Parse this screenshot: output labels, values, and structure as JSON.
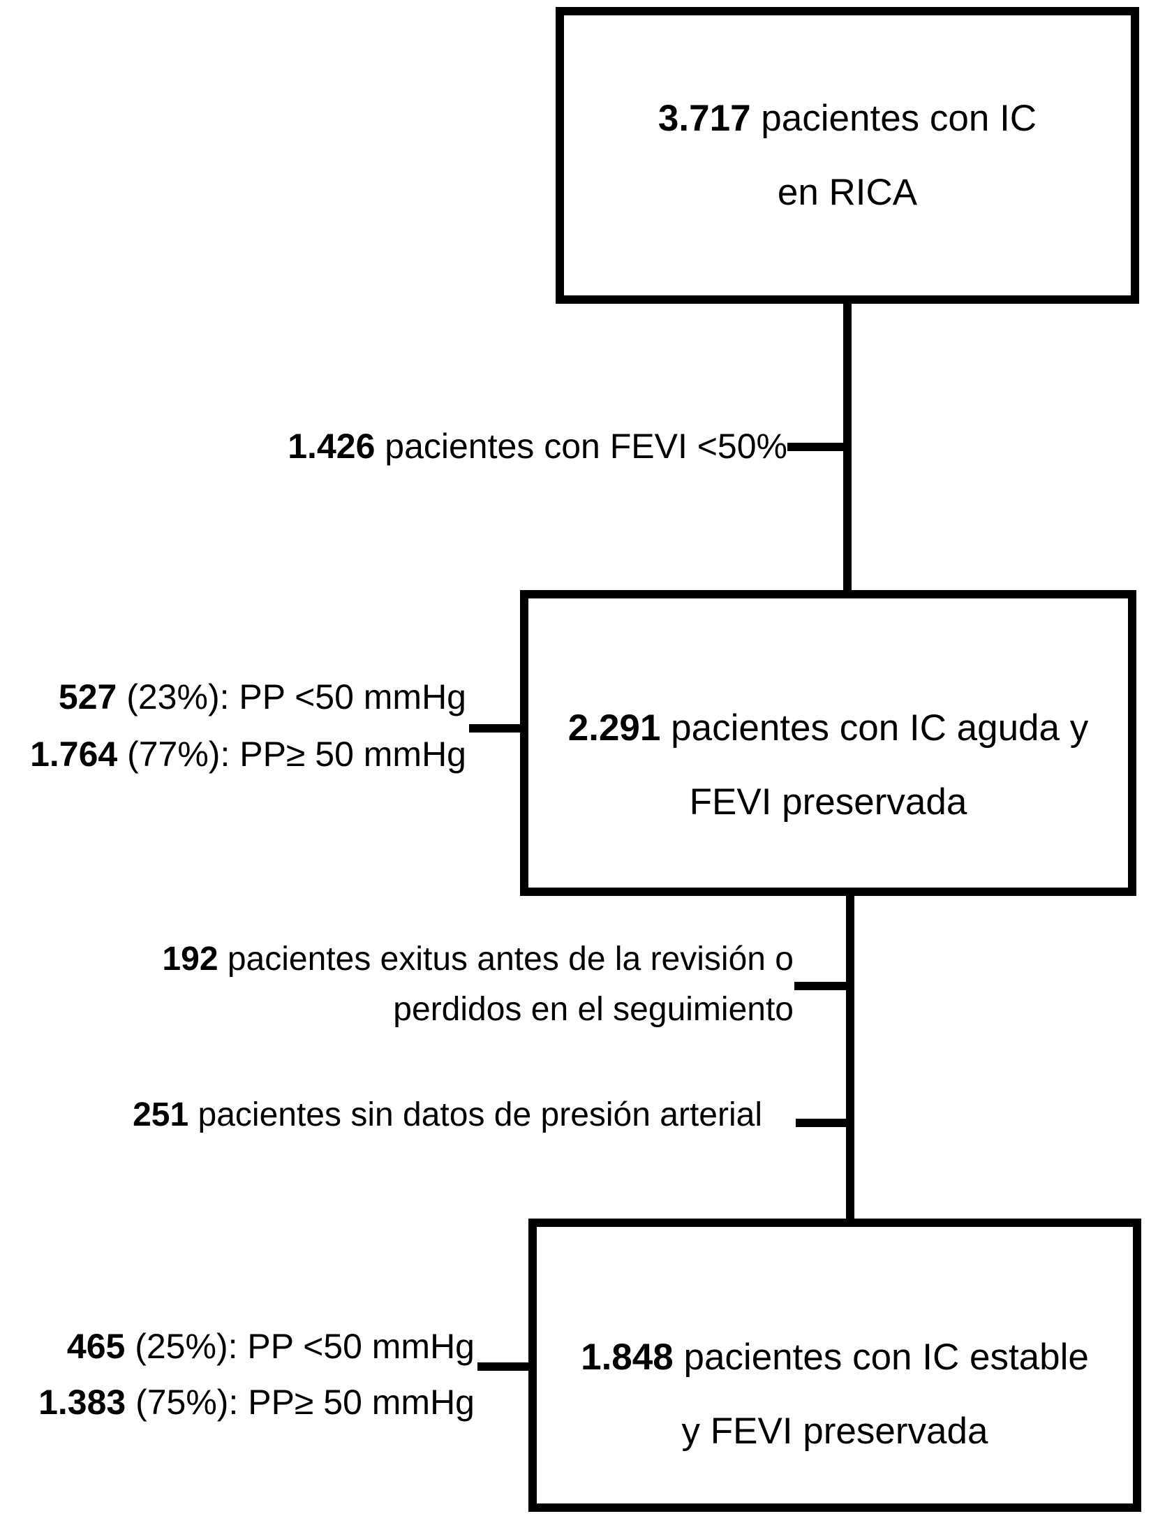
{
  "colors": {
    "ink": "#000000",
    "paper": "#ffffff"
  },
  "flow": {
    "box_rica": {
      "strong": "3.717",
      "rest": " pacientes con IC",
      "line2": "en RICA"
    },
    "excl_fevi": {
      "strong": "1.426",
      "rest": " pacientes con FEVI <50%"
    },
    "box_aguda": {
      "strong": "2.291",
      "rest": " pacientes con IC aguda y",
      "line2": "FEVI preservada"
    },
    "pp_aguda": {
      "line1": {
        "strong": "527",
        "rest": " (23%): PP <50 mmHg"
      },
      "line2": {
        "strong": "1.764",
        "rest": " (77%): PP≥ 50 mmHg"
      }
    },
    "excl_exitus": {
      "strong": "192",
      "rest": " pacientes exitus antes de la revisión o",
      "line2": "perdidos en el seguimiento"
    },
    "excl_sin_datos": {
      "strong": "251",
      "rest": " pacientes sin datos de presión arterial"
    },
    "box_estable": {
      "strong": "1.848",
      "rest": " pacientes con IC estable",
      "line2": "y FEVI preservada"
    },
    "pp_estable": {
      "line1": {
        "strong": "465",
        "rest": " (25%): PP <50 mmHg"
      },
      "line2": {
        "strong": "1.383",
        "rest": " (75%): PP≥ 50 mmHg"
      }
    }
  }
}
